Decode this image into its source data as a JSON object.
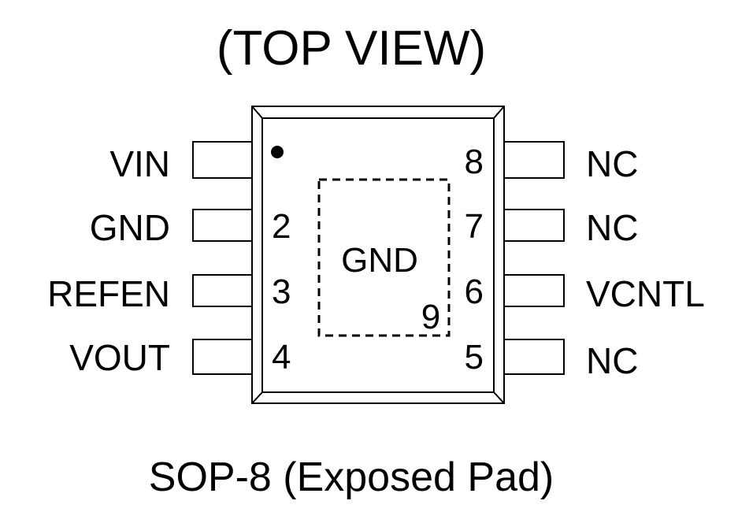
{
  "diagram": {
    "title": "(TOP VIEW)",
    "caption": "SOP-8 (Exposed Pad)",
    "colors": {
      "ink": "#000000",
      "background": "#ffffff"
    },
    "pins_left": [
      {
        "name": "VIN",
        "number": ""
      },
      {
        "name": "GND",
        "number": "2"
      },
      {
        "name": "REFEN",
        "number": "3"
      },
      {
        "name": "VOUT",
        "number": "4"
      }
    ],
    "pins_right": [
      {
        "name": "NC",
        "number": "8"
      },
      {
        "name": "NC",
        "number": "7"
      },
      {
        "name": "VCNTL",
        "number": "6"
      },
      {
        "name": "NC",
        "number": "5"
      }
    ],
    "exposed_pad": {
      "label": "GND",
      "number": "9"
    }
  }
}
